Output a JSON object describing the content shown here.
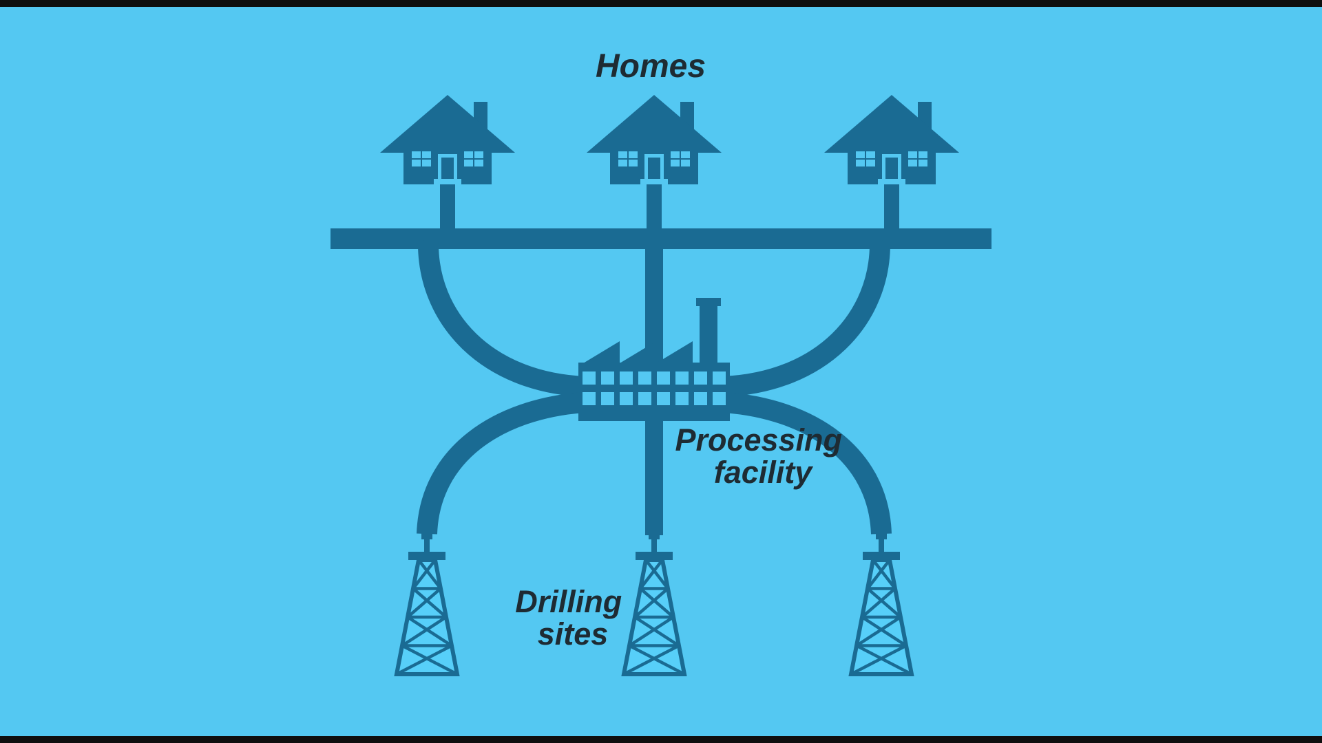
{
  "colors": {
    "bg": "#54c8f2",
    "dark": "#1a6b93",
    "derrick": "#57cff9",
    "text": "#1e2b33",
    "bar": "#0f0f0f"
  },
  "labels": {
    "homes": "Homes",
    "processing_line1": "Processing",
    "processing_line2": "facility",
    "drilling_line1": "Drilling",
    "drilling_line2": "sites"
  },
  "icons": {
    "house": "house-icon",
    "factory": "processing-facility-icon",
    "derrick": "drilling-derrick-icon",
    "pipe": "gas-pipeline"
  }
}
